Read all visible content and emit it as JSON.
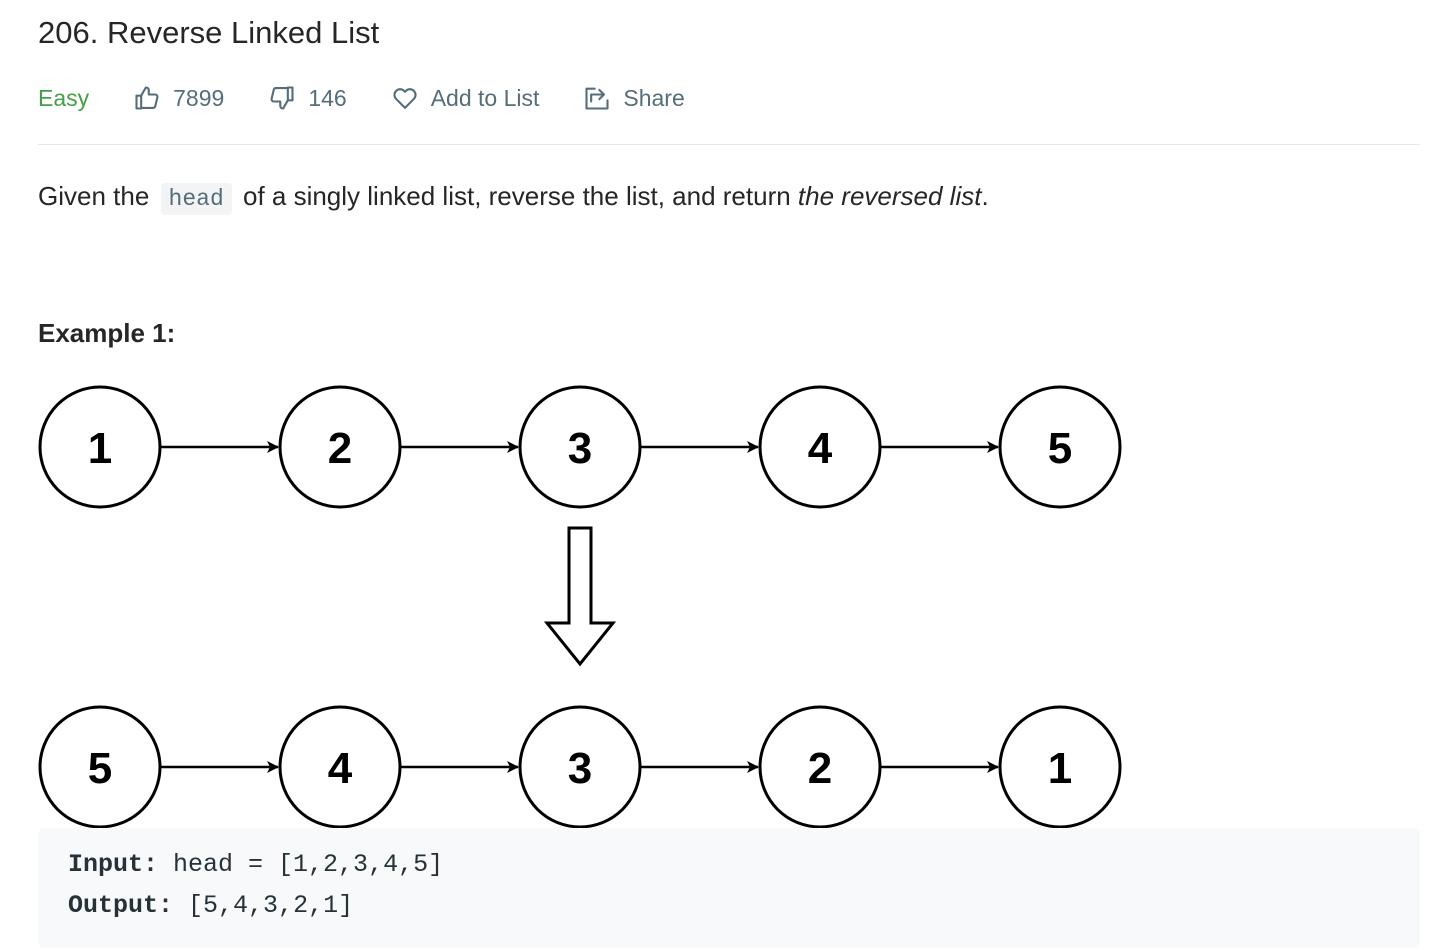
{
  "problem": {
    "title": "206. Reverse Linked List",
    "difficulty": "Easy",
    "likes": "7899",
    "dislikes": "146",
    "add_to_list": "Add to List",
    "share": "Share"
  },
  "description": {
    "part1": "Given the",
    "code": "head",
    "part2": "of a singly linked list, reverse the list, and return",
    "emphasis": "the reversed list",
    "part3": "."
  },
  "example": {
    "title": "Example 1:",
    "input_label": "Input:",
    "input_value": "head = [1,2,3,4,5]",
    "output_label": "Output:",
    "output_value": "[5,4,3,2,1]"
  },
  "diagram": {
    "top_row": [
      "1",
      "2",
      "3",
      "4",
      "5"
    ],
    "bottom_row": [
      "5",
      "4",
      "3",
      "2",
      "1"
    ]
  },
  "colors": {
    "difficulty": "#43a047",
    "meta_text": "#546e7a",
    "text": "#262626"
  },
  "icons": [
    "thumbs-up-icon",
    "thumbs-down-icon",
    "heart-icon",
    "share-icon",
    "down-arrow-icon"
  ]
}
